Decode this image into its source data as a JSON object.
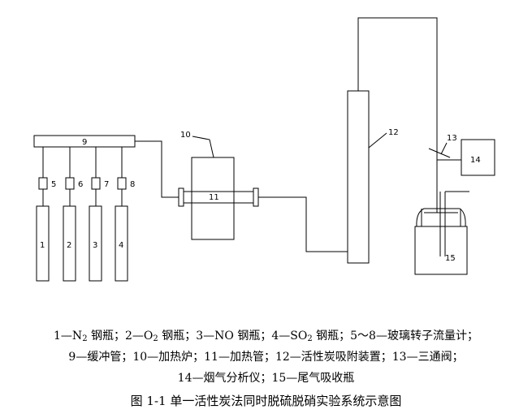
{
  "labels": {
    "buffer": "9",
    "flowmeters": [
      "5",
      "6",
      "7",
      "8"
    ],
    "cylinders": [
      "1",
      "2",
      "3",
      "4"
    ],
    "furnace": "10",
    "heating_tube": "11",
    "carbon_device": "12",
    "valve": "13",
    "analyzer": "14",
    "absorption_bottle": "15"
  },
  "legend": {
    "l1": {
      "a": "1—N",
      "a_sub": "2",
      "a_tail": " 钢瓶；",
      "b": "2—O",
      "b_sub": "2",
      "b_tail": " 钢瓶；",
      "c": "3—NO 钢瓶；",
      "d": "4—SO",
      "d_sub": "2",
      "d_tail": " 钢瓶；",
      "e": "5～8—玻璃转子流量计；"
    },
    "l2": "9—缓冲管；10—加热炉；11—加热管；12—活性炭吸附装置；13—三通阀；",
    "l3": "14—烟气分析仪；15—尾气吸收瓶"
  },
  "figure_title": "图 1-1    单一活性炭法同时脱硫脱硝实验系统示意图"
}
